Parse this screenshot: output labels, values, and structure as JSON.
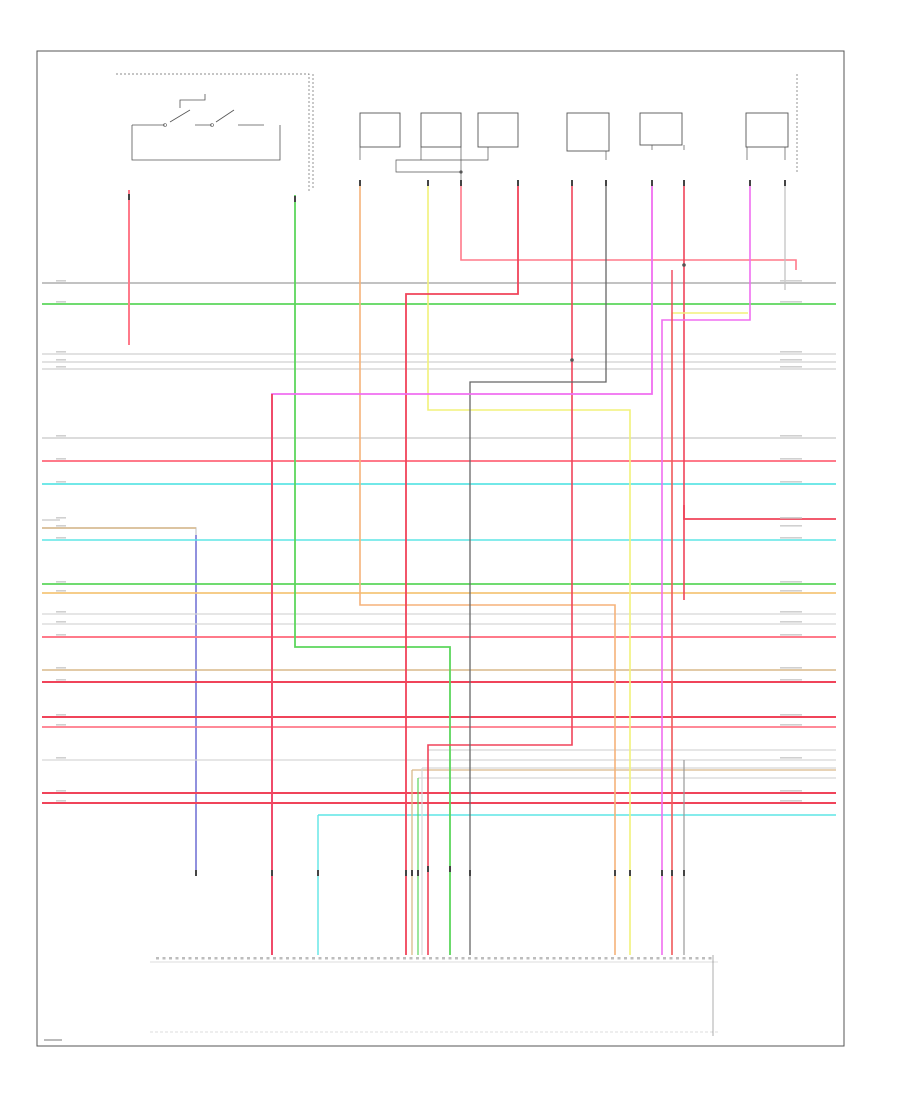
{
  "diagram": {
    "page_number": "",
    "colors": {
      "grey": "#c2c2c2",
      "green": "#5cd65c",
      "pink": "#ff7a8a",
      "red": "#f0445a",
      "cyan": "#5ee5e5",
      "orange": "#f5b27a",
      "yellow": "#f2f27a",
      "magenta": "#f06ef0",
      "blue": "#6a6ad8",
      "tan": "#d9b98a",
      "dark": "#666666",
      "purple": "#c77bdb"
    },
    "icons": [
      "switch-symbol",
      "ground-symbol",
      "connector-tick"
    ]
  }
}
